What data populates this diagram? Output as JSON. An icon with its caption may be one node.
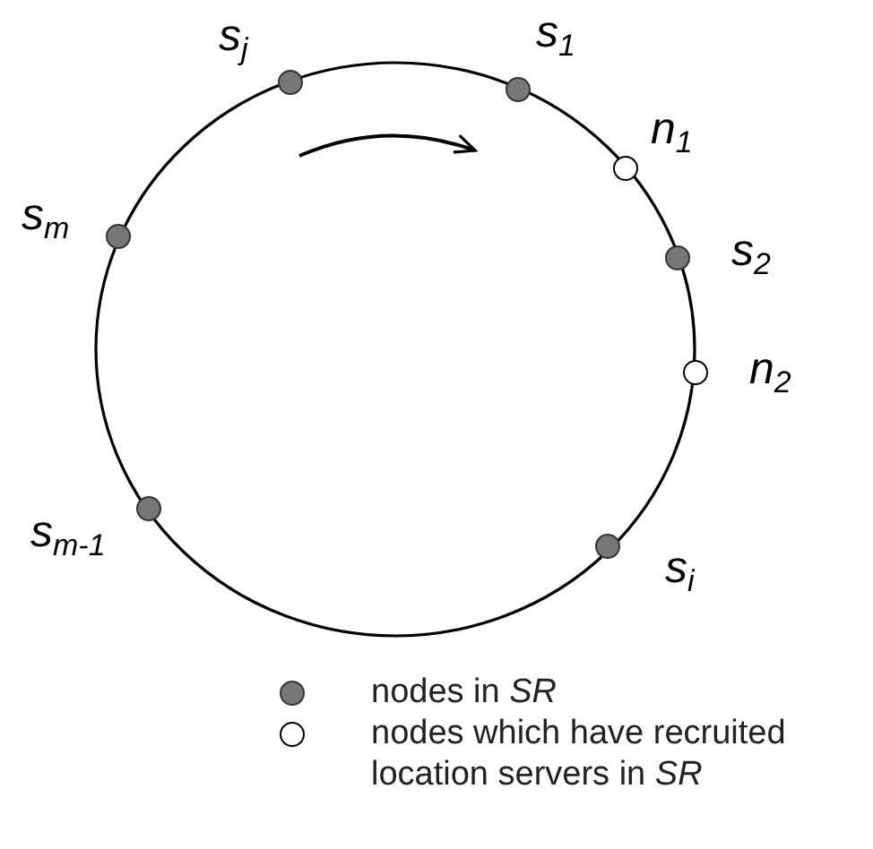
{
  "diagram": {
    "nodes": [
      {
        "text": [],
        "shape": "circle",
        "beside": [
          "s$_{j}$"
        ]
      },
      {
        "text": [],
        "shape": "circle",
        "beside": [
          "s$_{1}$"
        ]
      },
      {
        "text": [],
        "shape": "circle",
        "beside": [
          "n$_{1}$"
        ]
      },
      {
        "text": [],
        "shape": "circle",
        "beside": [
          "s$_{m}$"
        ]
      },
      {
        "text": [],
        "shape": "circle",
        "beside": [
          "s$_{2}$"
        ]
      },
      {
        "text": [],
        "shape": "circle",
        "beside": [
          "n$_{2}$"
        ]
      },
      {
        "text": [],
        "shape": "circle",
        "beside": [
          "s$_{m-1}$"
        ]
      },
      {
        "text": [],
        "shape": "circle",
        "beside": [
          "s$_{i}$"
        ]
      }
    ],
    "edges": [],
    "legend": [
      {
        "text": "nodes in *SR*"
      },
      {
        "text": "nodes which have recruited location servers in *SR*"
      }
    ]
  }
}
